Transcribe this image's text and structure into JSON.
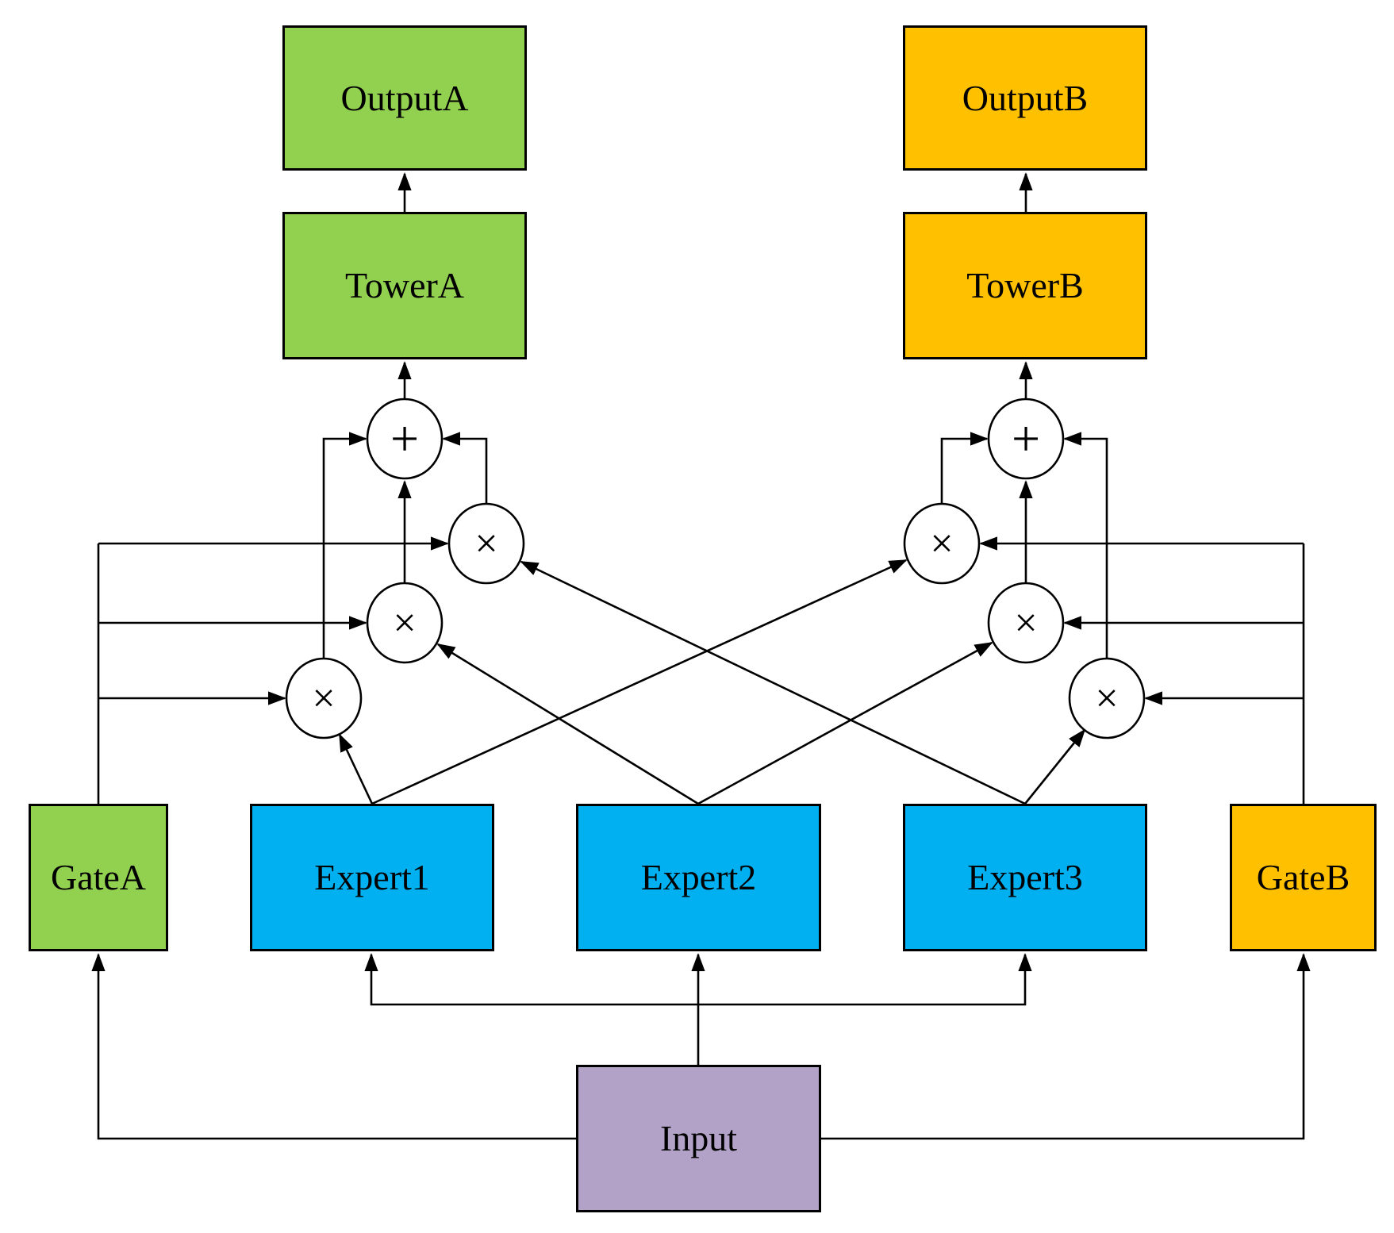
{
  "diagram_type": "MMoE multi-task architecture",
  "nodes": {
    "output_a": {
      "label": "OutputA",
      "color": "#92D050"
    },
    "tower_a": {
      "label": "TowerA",
      "color": "#92D050"
    },
    "gate_a": {
      "label": "GateA",
      "color": "#92D050"
    },
    "expert_1": {
      "label": "Expert1",
      "color": "#00B0F0"
    },
    "expert_2": {
      "label": "Expert2",
      "color": "#00B0F0"
    },
    "expert_3": {
      "label": "Expert3",
      "color": "#00B0F0"
    },
    "output_b": {
      "label": "OutputB",
      "color": "#FFC000"
    },
    "tower_b": {
      "label": "TowerB",
      "color": "#FFC000"
    },
    "gate_b": {
      "label": "GateB",
      "color": "#FFC000"
    },
    "input": {
      "label": "Input",
      "color": "#B3A2C7"
    }
  },
  "operators": {
    "sum": "+",
    "product": "×"
  },
  "style": {
    "line_color": "#000000",
    "node_border_color": "#000000",
    "node_text_color": "#000000",
    "operator_fill": "#FFFFFF",
    "background": "#FFFFFF"
  },
  "edges": [
    {
      "from": "input",
      "to": "expert_1"
    },
    {
      "from": "input",
      "to": "expert_2"
    },
    {
      "from": "input",
      "to": "expert_3"
    },
    {
      "from": "input",
      "to": "gate_a"
    },
    {
      "from": "input",
      "to": "gate_b"
    },
    {
      "from": "expert_1",
      "to": "mul_a3"
    },
    {
      "from": "expert_2",
      "to": "mul_a2"
    },
    {
      "from": "expert_3",
      "to": "mul_a1"
    },
    {
      "from": "expert_1",
      "to": "mul_b1"
    },
    {
      "from": "expert_2",
      "to": "mul_b2"
    },
    {
      "from": "expert_3",
      "to": "mul_b3"
    },
    {
      "from": "gate_a",
      "to": "mul_a1"
    },
    {
      "from": "gate_a",
      "to": "mul_a2"
    },
    {
      "from": "gate_a",
      "to": "mul_a3"
    },
    {
      "from": "gate_b",
      "to": "mul_b1"
    },
    {
      "from": "gate_b",
      "to": "mul_b2"
    },
    {
      "from": "gate_b",
      "to": "mul_b3"
    },
    {
      "from": "mul_a1",
      "to": "sum_a"
    },
    {
      "from": "mul_a2",
      "to": "sum_a"
    },
    {
      "from": "mul_a3",
      "to": "sum_a"
    },
    {
      "from": "mul_b1",
      "to": "sum_b"
    },
    {
      "from": "mul_b2",
      "to": "sum_b"
    },
    {
      "from": "mul_b3",
      "to": "sum_b"
    },
    {
      "from": "sum_a",
      "to": "tower_a"
    },
    {
      "from": "tower_a",
      "to": "output_a"
    },
    {
      "from": "sum_b",
      "to": "tower_b"
    },
    {
      "from": "tower_b",
      "to": "output_b"
    }
  ]
}
